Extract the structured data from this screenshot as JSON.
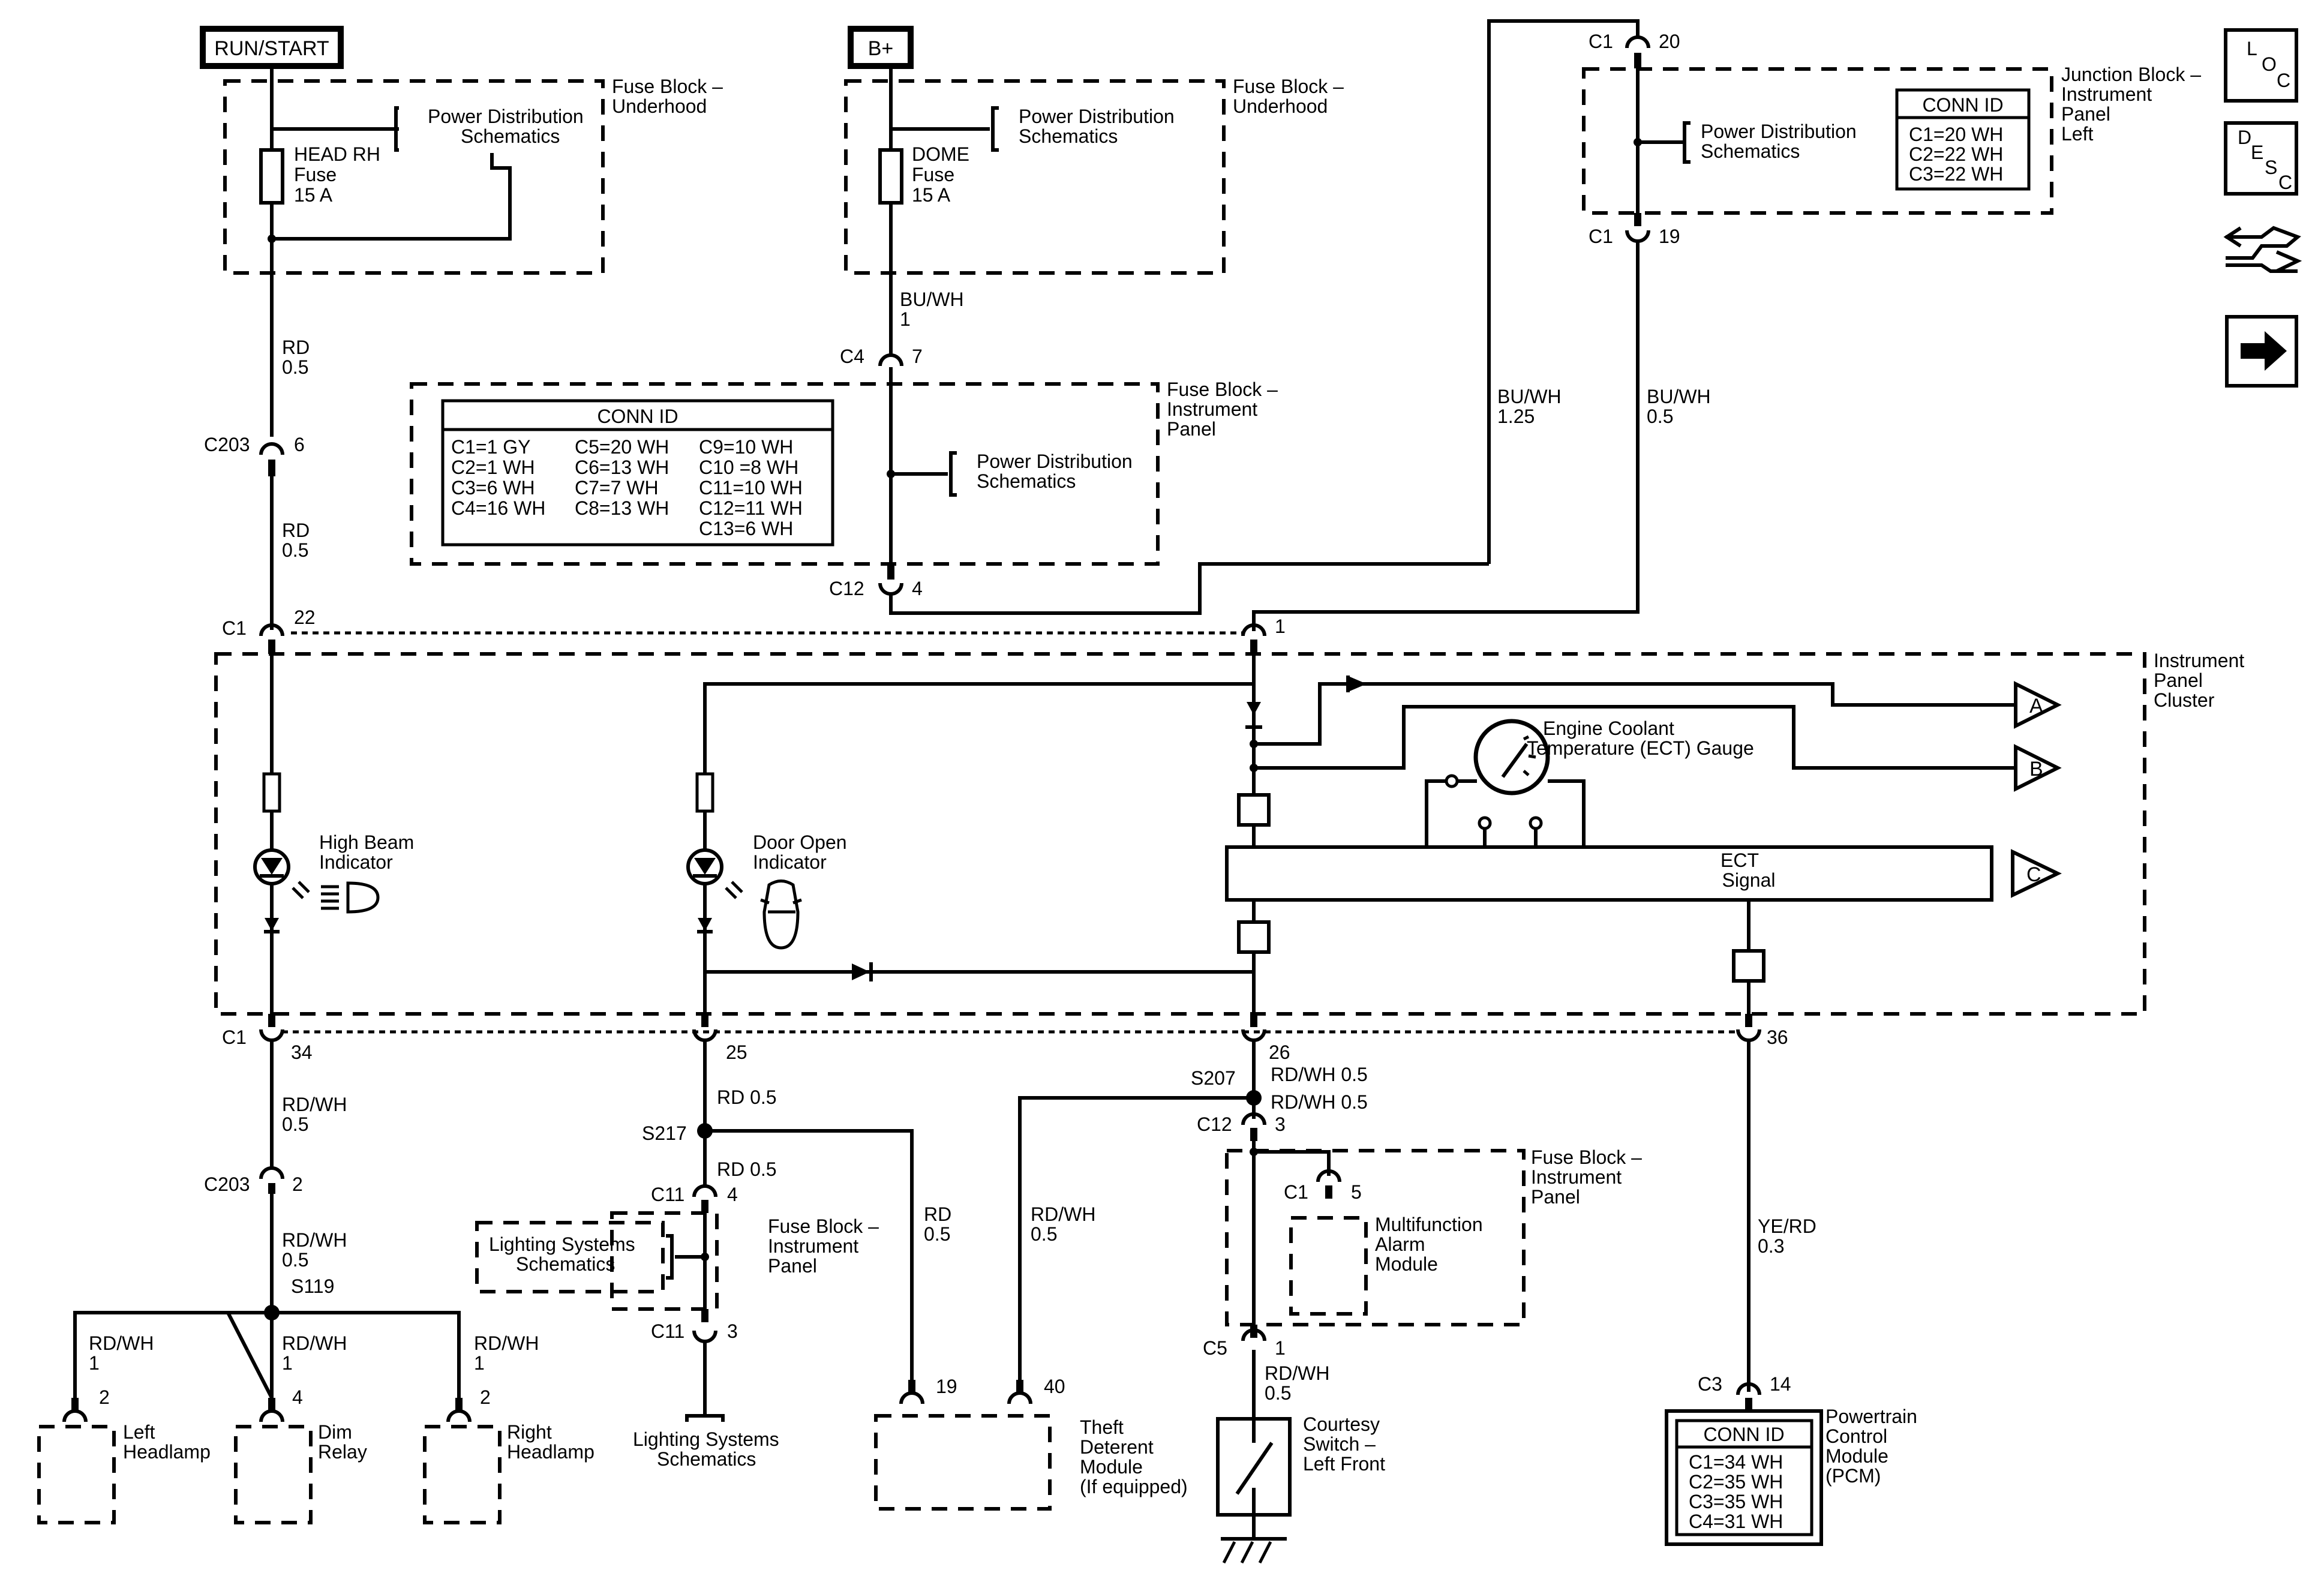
{
  "sources": {
    "run_start": "RUN/START",
    "b_plus": "B+"
  },
  "fuse_block_underhood": "Fuse Block –",
  "underhood": "Underhood",
  "power_dist_1": "Power Distribution",
  "schematics": "Schematics",
  "head_rh": "HEAD RH",
  "fuse": "Fuse",
  "amp15": "15 A",
  "dome": "DOME",
  "jb_title": [
    "Junction Block –",
    "Instrument",
    "Panel",
    "Left"
  ],
  "jb_conn": {
    "title": "CONN ID",
    "rows": [
      "C1=20 WH",
      "C2=22 WH",
      "C3=22 WH"
    ]
  },
  "fb_ip_title": [
    "Fuse Block –",
    "Instrument",
    "Panel"
  ],
  "fb_ip_conn": {
    "title": "CONN ID",
    "col1": [
      "C1=1 GY",
      "C2=1 WH",
      "C3=6 WH",
      "C4=16 WH"
    ],
    "col2": [
      "C5=20 WH",
      "C6=13 WH",
      "C7=7 WH",
      "C8=13 WH"
    ],
    "col3": [
      "C9=10 WH",
      "C10 =8 WH",
      "C11=10 WH",
      "C12=11 WH",
      "C13=6 WH"
    ]
  },
  "ipc_title": [
    "Instrument",
    "Panel",
    "Cluster"
  ],
  "high_beam": [
    "High Beam",
    "Indicator"
  ],
  "door_open": [
    "Door Open",
    "Indicator"
  ],
  "ect_gauge": [
    "Engine Coolant",
    "Temperature (ECT) Gauge"
  ],
  "ect_signal": [
    "ECT",
    "Signal"
  ],
  "offpage": [
    "A",
    "B",
    "C"
  ],
  "side_icons": [
    "loc-icon",
    "desc-icon",
    "connector-icon",
    "arrow-icon"
  ],
  "loc_letters": [
    "L",
    "O",
    "C"
  ],
  "desc_letters": [
    "D",
    "E",
    "S",
    "C"
  ],
  "wires": {
    "rd": "RD",
    "p05": "0.5",
    "buwh": "BU/WH",
    "one": "1",
    "p125": "1.25",
    "rdwh": "RD/WH",
    "rd05": "RD 0.5",
    "rdwh05": "RD/WH 0.5",
    "yerd": "YE/RD",
    "p03": "0.3"
  },
  "connectors": {
    "c1": "C1",
    "c4": "C4",
    "c12": "C12",
    "c203": "C203",
    "c11": "C11",
    "c5": "C5",
    "c3": "C3",
    "n20": "20",
    "n19": "19",
    "n7": "7",
    "n6": "6",
    "n4": "4",
    "n22": "22",
    "n1": "1",
    "n34": "34",
    "n25": "25",
    "n26": "26",
    "n36": "36",
    "n2": "2",
    "n3": "3",
    "n5": "5",
    "n14": "14",
    "n40": "40"
  },
  "splices": {
    "s207": "S207",
    "s217": "S217",
    "s119": "S119"
  },
  "lighting": [
    "Lighting Systems",
    "Schematics"
  ],
  "mfa": [
    "Multifunction",
    "Alarm",
    "Module"
  ],
  "left_headlamp": [
    "Left",
    "Headlamp"
  ],
  "dim_relay": [
    "Dim",
    "Relay"
  ],
  "right_headlamp": [
    "Right",
    "Headlamp"
  ],
  "theft": [
    "Theft",
    "Deterent",
    "Module",
    "(If equipped)"
  ],
  "courtesy": [
    "Courtesy",
    "Switch –",
    "Left Front"
  ],
  "pcm": [
    "Powertrain",
    "Control",
    "Module",
    "(PCM)"
  ],
  "pcm_conn": {
    "title": "CONN ID",
    "rows": [
      "C1=34 WH",
      "C2=35 WH",
      "C3=35 WH",
      "C4=31 WH"
    ]
  }
}
